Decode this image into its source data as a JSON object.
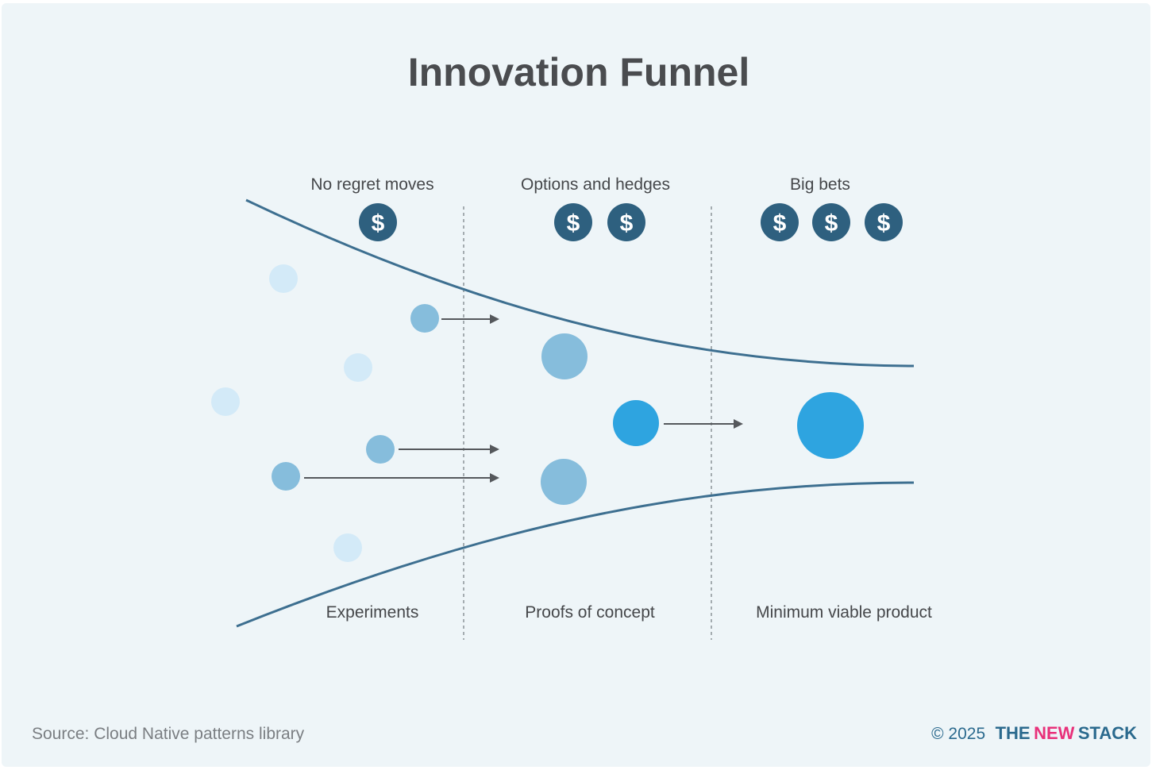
{
  "title": "Innovation Funnel",
  "columns": [
    {
      "top_label": "No regret moves",
      "bottom_label": "Experiments",
      "dollar_count": 1
    },
    {
      "top_label": "Options and hedges",
      "bottom_label": "Proofs of concept",
      "dollar_count": 2
    },
    {
      "top_label": "Big bets",
      "bottom_label": "Minimum viable product",
      "dollar_count": 3
    }
  ],
  "dollar_symbol": "$",
  "footer": {
    "source": "Source: Cloud Native patterns library",
    "copyright": "© 2025",
    "brand_the": "THE",
    "brand_new": "NEW",
    "brand_stack": "STACK"
  },
  "colors": {
    "background": "#eef5f8",
    "funnel_line": "#3d6f90",
    "divider": "#8c9398",
    "arrow": "#55585c",
    "dollar_badge": "#2e607f",
    "bubble_faint": "#d3eaf8",
    "bubble_medium": "#86bddc",
    "bubble_bright": "#2ea4e0",
    "brand_blue": "#2b6a8e",
    "brand_pink": "#e8317a"
  }
}
